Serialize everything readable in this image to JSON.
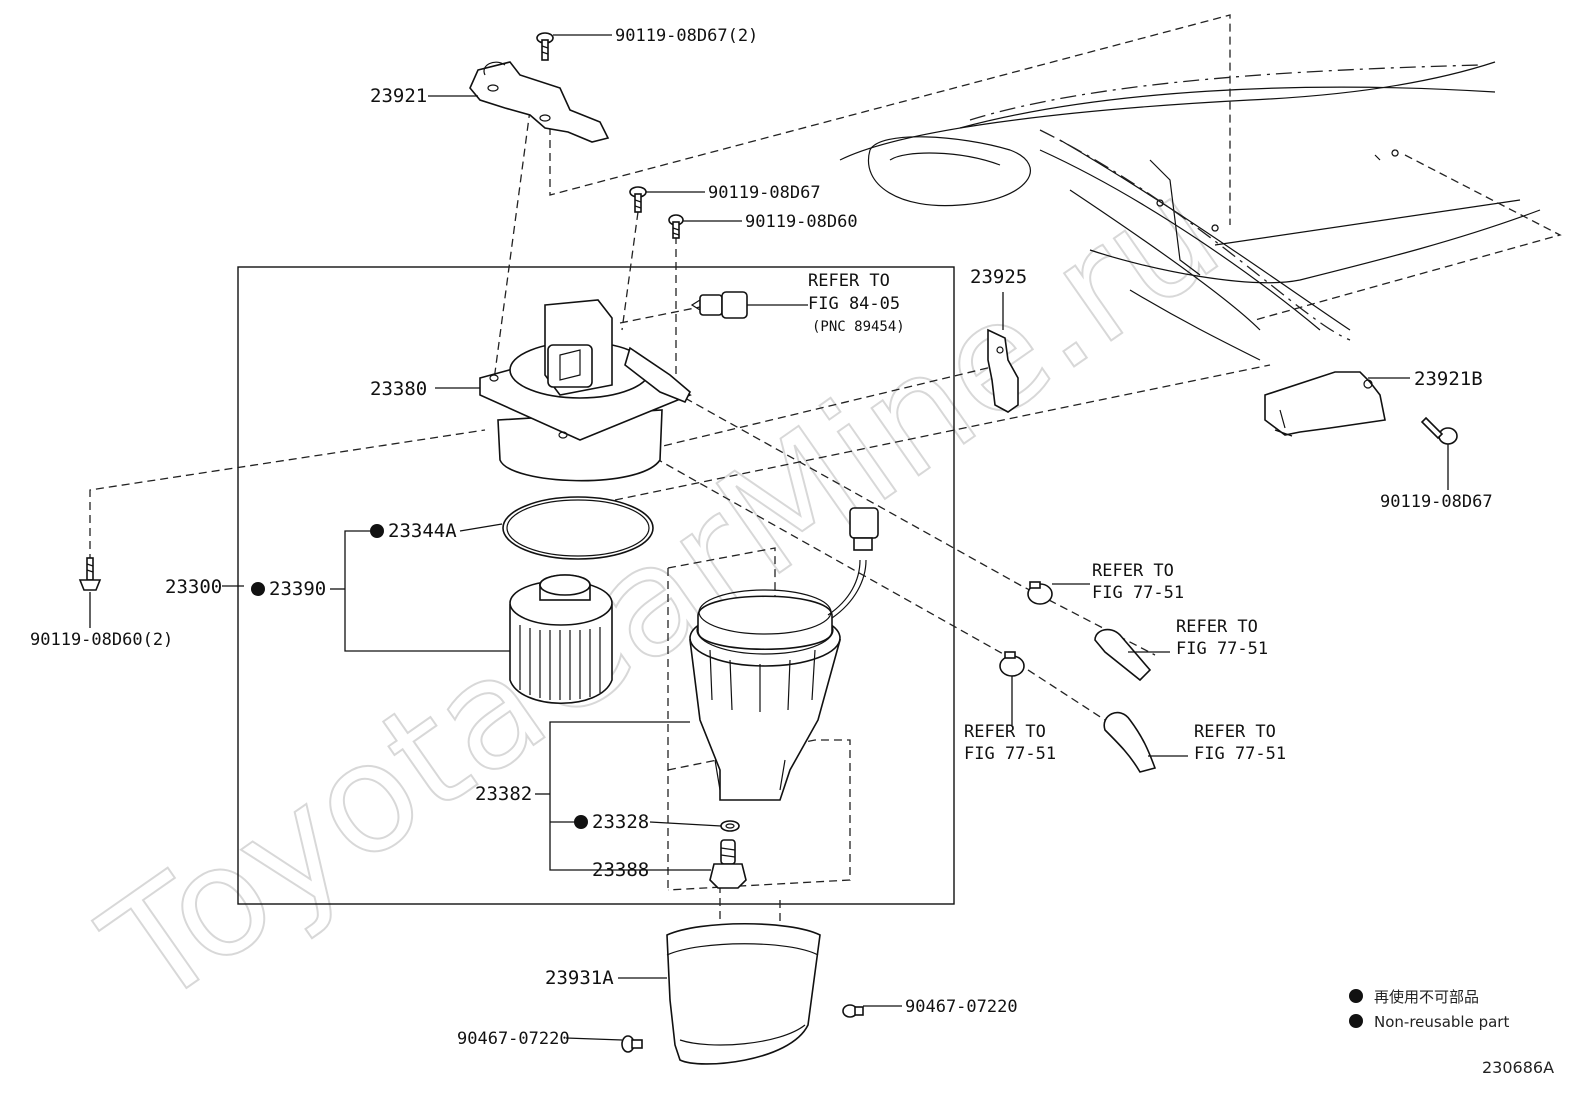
{
  "labels": {
    "p23921": "23921",
    "p23921B": "23921B",
    "p23925": "23925",
    "p23380": "23380",
    "p23300": "23300",
    "p23344A": "23344A",
    "p23390": "23390",
    "p23382": "23382",
    "p23328": "23328",
    "p23388": "23388",
    "p23931A": "23931A",
    "bolt_top": "90119-08D67(2)",
    "bolt_mid": "90119-08D67",
    "bolt_mid2": "90119-08D60",
    "bolt_left": "90119-08D60(2)",
    "bolt_right": "90119-08D67",
    "screw_right": "90467-07220",
    "screw_left": "90467-07220",
    "ref_sensor_1": "REFER TO",
    "ref_sensor_2": "FIG 84-05",
    "ref_sensor_3": "(PNC 89454)",
    "ref_a_1": "REFER TO",
    "ref_a_2": "FIG 77-51",
    "ref_b_1": "REFER TO",
    "ref_b_2": "FIG 77-51",
    "ref_c_1": "REFER TO",
    "ref_c_2": "FIG 77-51",
    "ref_d_1": "REFER TO",
    "ref_d_2": "FIG 77-51"
  },
  "legend": {
    "jp": "再使用不可部品",
    "en": "Non-reusable part"
  },
  "watermark": "ToyotaCarMine.ru",
  "figure_code": "230686A"
}
